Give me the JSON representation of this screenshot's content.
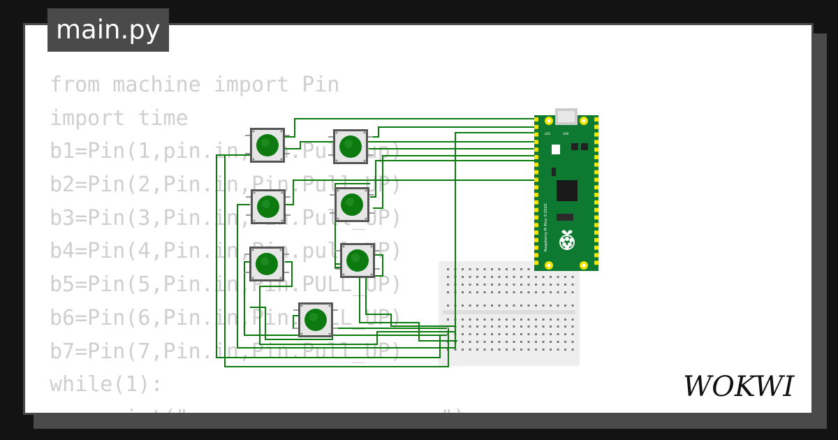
{
  "tab": {
    "filename": "main.py"
  },
  "code": {
    "lines": [
      "from machine import Pin",
      "import time",
      "b1=Pin(1,pin.in,Pin.Pull_up)",
      "b2=Pin(2,Pin.in,Pin.Pull_UP)",
      "b3=Pin(3,Pin.in,Pin.Pull_UP)",
      "b4=Pin(4,Pin.in,Pin.pull_UP)",
      "b5=Pin(5,Pin.in,Pin.PULL_UP)",
      "b6=Pin(6,Pin.in,Pin.PULL_UP)",
      "b7=Pin(7,Pin.in,Pin.Pull_UP)",
      "while(1):",
      "    print(\"                    \")"
    ]
  },
  "circuit": {
    "pushbuttons": [
      "button-1",
      "button-2",
      "button-3",
      "button-4",
      "button-5",
      "button-6",
      "button-7"
    ],
    "board_label": "Raspberry Pi Pico ©2020",
    "board_pin_labels": {
      "led": "LED",
      "usb": "USB"
    },
    "wire_color": "#0a7a0a",
    "button_color": "#0d7a10"
  },
  "brand": {
    "logo": "WOKWI"
  }
}
